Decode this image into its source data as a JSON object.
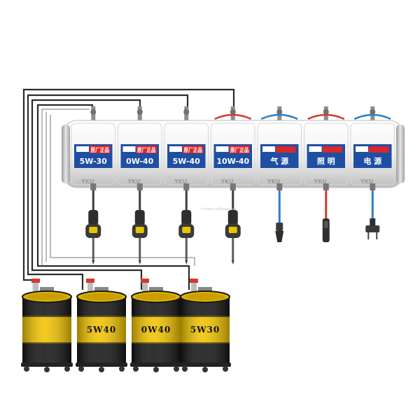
{
  "reels": [
    {
      "label": "5W-30",
      "kind": "oil",
      "badge": "原厂正品",
      "hose_color": "#9aa0a6"
    },
    {
      "label": "0W-40",
      "kind": "oil",
      "badge": "原厂正品",
      "hose_color": "#9aa0a6"
    },
    {
      "label": "5W-40",
      "kind": "oil",
      "badge": "原厂正品",
      "hose_color": "#9aa0a6"
    },
    {
      "label": "10W-40",
      "kind": "oil",
      "badge": "原厂正品",
      "hose_color": "#d33a2f"
    },
    {
      "label": "气 源",
      "kind": "air",
      "badge": "",
      "hose_color": "#2a7fc9"
    },
    {
      "label": "照 明",
      "kind": "light",
      "badge": "",
      "hose_color": "#d33a2f"
    },
    {
      "label": "电 源",
      "kind": "power",
      "badge": "",
      "hose_color": "#2a7fc9"
    }
  ],
  "brand": "YKU",
  "watermark": "ncsfaun.alibaba.com",
  "drums": [
    {
      "label": ""
    },
    {
      "label": "5W40"
    },
    {
      "label": "0W40"
    },
    {
      "label": "5W30"
    }
  ],
  "colors": {
    "panel_blue": "#1f4fa3",
    "badge_red": "#d8282a",
    "drum_black": "#151515",
    "drum_yellow": "#f2c300",
    "housing": "#f4f4f4"
  }
}
